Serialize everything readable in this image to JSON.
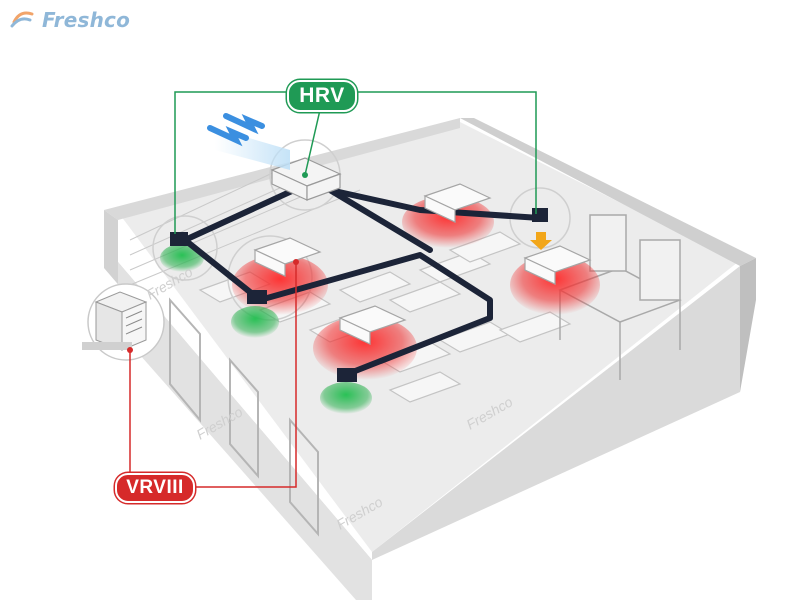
{
  "brand": {
    "name": "Freshco",
    "logo_color": "#8fb7d8"
  },
  "labels": {
    "hrv": {
      "text": "HRV",
      "color": "#1f9a55"
    },
    "vrv": {
      "text": "VRVIII",
      "color": "#d62a2a"
    }
  },
  "watermark": "Freshco",
  "colors": {
    "duct": "#1c2438",
    "supply_air": "#2ab04e",
    "cooling_zone": "#e8282a",
    "heat_indicator": "#f2a619",
    "fresh_air_arrow": "#3b8fe0",
    "floor": "#e9e9e9",
    "wall": "#d3d3d3"
  },
  "icons": [
    "freshco-logo-icon",
    "fresh-air-arrows-icon",
    "outdoor-unit-icon"
  ]
}
